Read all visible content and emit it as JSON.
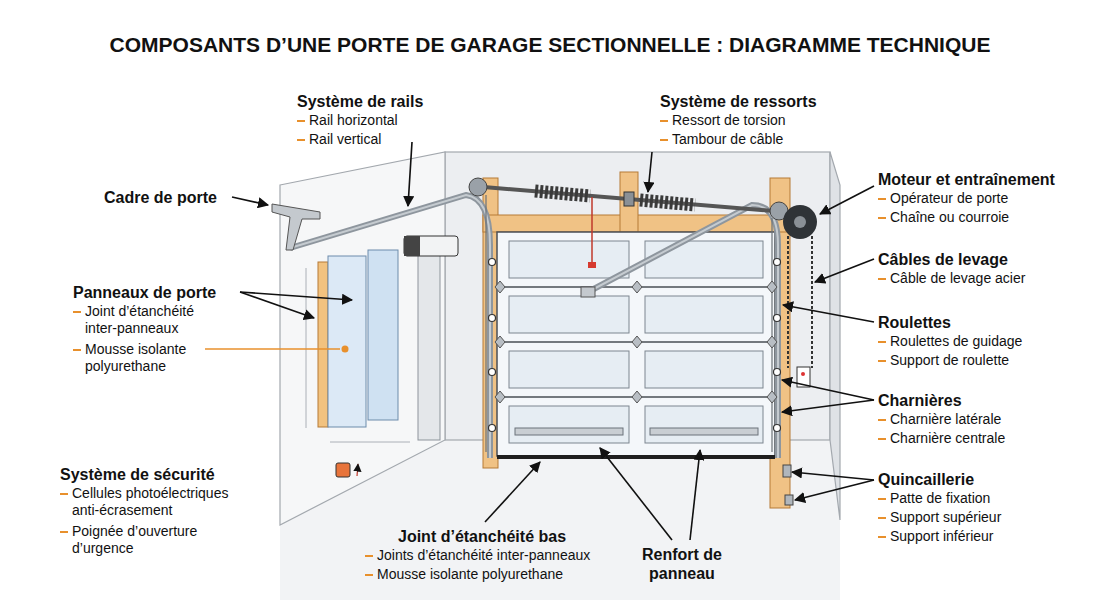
{
  "diagram": {
    "title": "COMPOSANTS D’UNE PORTE DE GARAGE SECTIONNELLE : DIAGRAMME TECHNIQUE",
    "labels": [
      "Système de rails",
      "Rail horizontal",
      "Rail vertical",
      "Système de ressorts",
      "Ressort de torsion",
      "Tambour de câble",
      "Cadre de porte",
      "Moteur et entraînement",
      "Opérateur de porte",
      "Chaîne ou courroie",
      "Câbles de levage",
      "Câble de levage acier",
      "Panneaux de porte",
      "Joint d’étanchéité inter-panneaux",
      "Mousse isolante polyurethane",
      "Roulettes",
      "Roulettes de guidage",
      "Support de roulette",
      "Charnières",
      "Charnière latérale",
      "Charnière centrale",
      "Système de sécurité",
      "Cellules photoélectriques anti-écrasement",
      "Poignée d’ouverture d’urgence",
      "Quincaillerie",
      "Patte de fixation",
      "Support supérieur",
      "Support inférieur",
      "Joint d’étanchéité bas",
      "Joints d’étanchéité inter-panneaux",
      "Mousse isolante polyurethane",
      "Renfort de panneau"
    ]
  }
}
